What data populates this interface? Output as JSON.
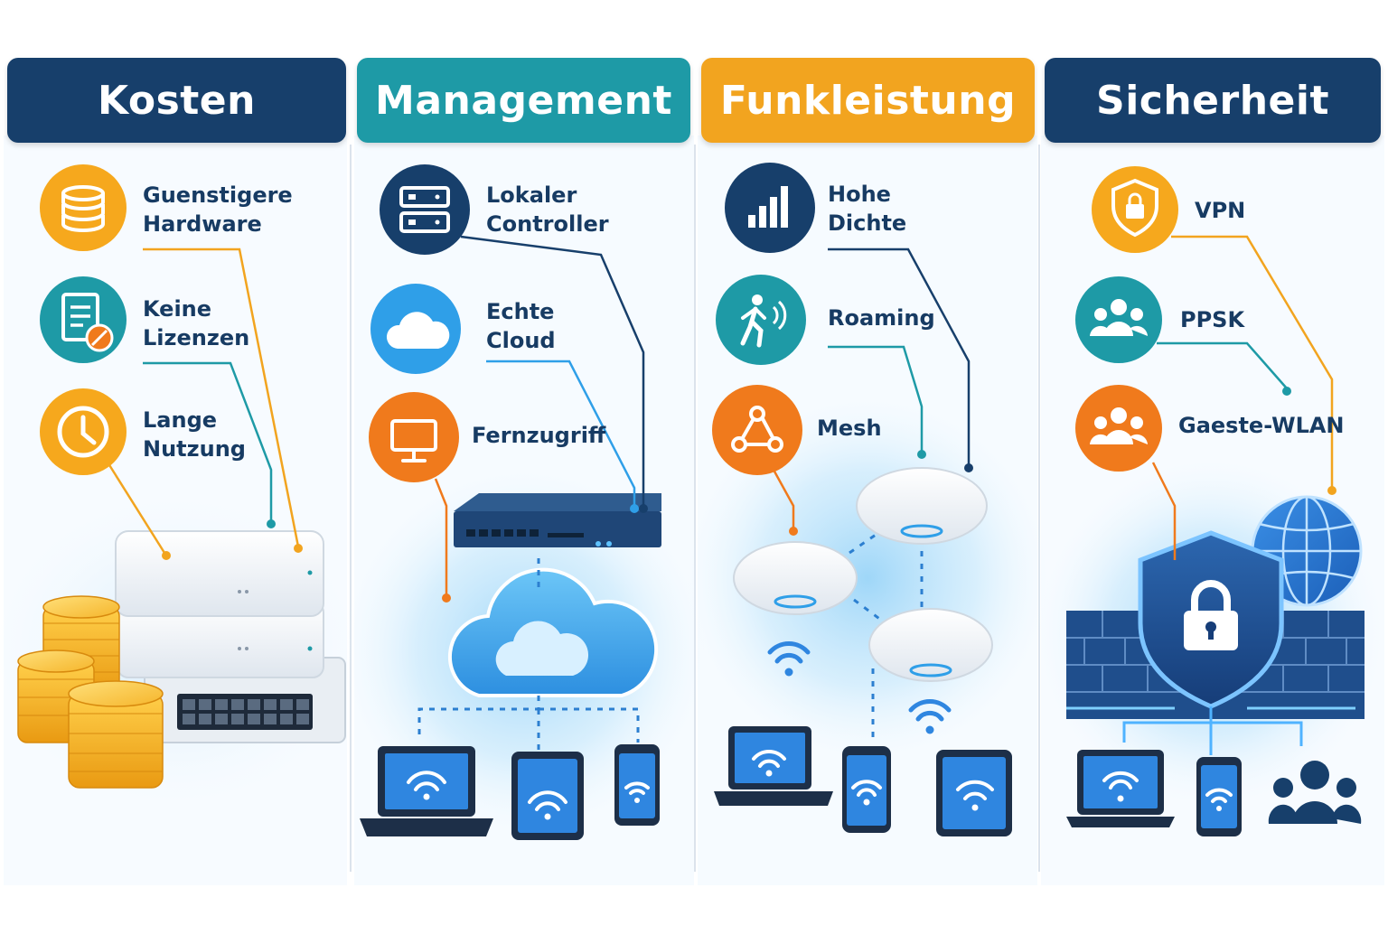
{
  "colors": {
    "navy": "#173f6b",
    "teal": "#1e9aa6",
    "orange_header": "#f2a41f",
    "orange_icon": "#f07a1c",
    "yellow_icon": "#f6a81d",
    "sky": "#2f9fe8",
    "device_blue": "#2f86e0"
  },
  "columns": [
    {
      "title": "Kosten",
      "items": [
        {
          "lines": [
            "Guenstigere",
            "Hardware"
          ],
          "icon": "coins-icon"
        },
        {
          "lines": [
            "Keine",
            "Lizenzen"
          ],
          "icon": "no-license-icon"
        },
        {
          "lines": [
            "Lange",
            "Nutzung"
          ],
          "icon": "clock-icon"
        }
      ]
    },
    {
      "title": "Management",
      "items": [
        {
          "lines": [
            "Lokaler",
            "Controller"
          ],
          "icon": "server-icon"
        },
        {
          "lines": [
            "Echte",
            "Cloud"
          ],
          "icon": "cloud-icon"
        },
        {
          "lines": [
            "Fernzugriff"
          ],
          "icon": "monitor-icon"
        }
      ]
    },
    {
      "title": "Funkleistung",
      "items": [
        {
          "lines": [
            "Hohe",
            "Dichte"
          ],
          "icon": "signal-bars-icon"
        },
        {
          "lines": [
            "Roaming"
          ],
          "icon": "walking-person-icon"
        },
        {
          "lines": [
            "Mesh"
          ],
          "icon": "mesh-nodes-icon"
        }
      ]
    },
    {
      "title": "Sicherheit",
      "items": [
        {
          "lines": [
            "VPN"
          ],
          "icon": "shield-lock-icon"
        },
        {
          "lines": [
            "PPSK"
          ],
          "icon": "user-group-icon"
        },
        {
          "lines": [
            "Gaeste-WLAN"
          ],
          "icon": "guest-group-icon"
        }
      ]
    }
  ]
}
